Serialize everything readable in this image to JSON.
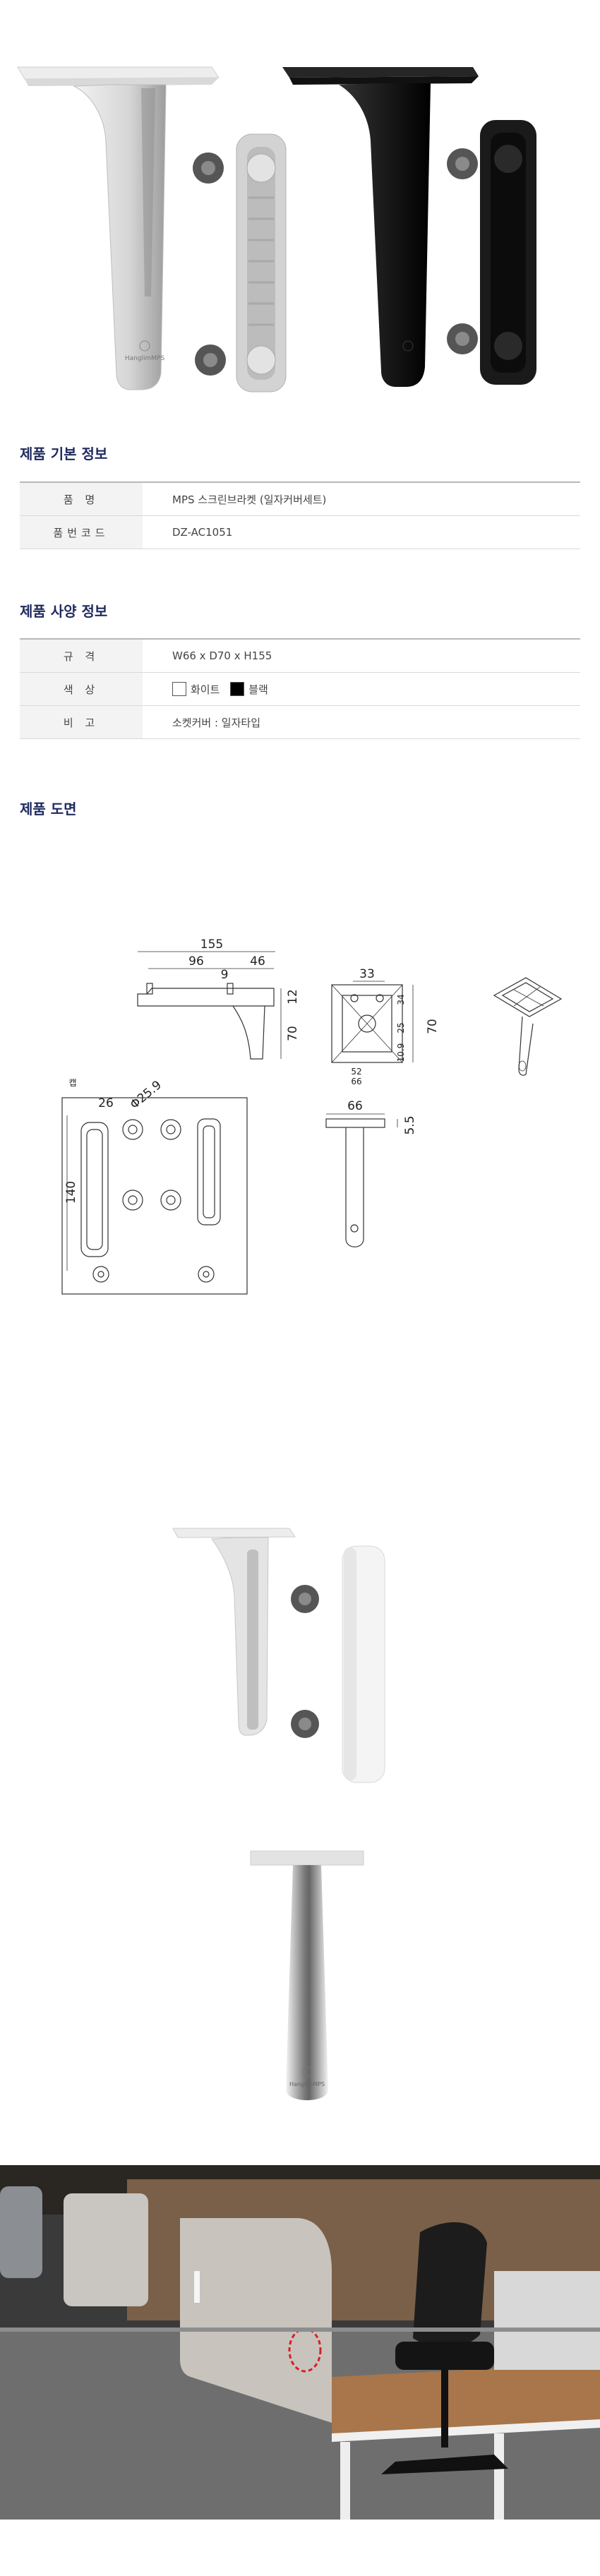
{
  "basic_info": {
    "title": "제품 기본 정보",
    "rows": [
      {
        "label": "품 명",
        "value": "MPS 스크린브라켓 (일자커버세트)"
      },
      {
        "label": "품번코드",
        "value": "DZ-AC1051"
      }
    ]
  },
  "spec_info": {
    "title": "제품 사양 정보",
    "size_label": "규 격",
    "size_value": "W66 x D70 x H155",
    "color_label": "색 상",
    "color_white": "화이트",
    "color_black": "블랙",
    "note_label": "비 고",
    "note_value": "소켓커버 : 일자타입"
  },
  "drawing": {
    "title": "제품 도면",
    "dims": {
      "d155": "155",
      "d96": "96",
      "d46": "46",
      "d9": "9",
      "d12": "12",
      "d70a": "70",
      "d33": "33",
      "d70b": "70",
      "d34": "34",
      "d25": "25",
      "d10_9": "10.9",
      "d52": "52",
      "d66a": "66",
      "d66b": "66",
      "d5_5": "5.5",
      "d26": "26",
      "d25_9": "Φ25.9",
      "d140": "140",
      "cap": "캡"
    }
  },
  "logo": {
    "brand": "HanglimMPS"
  },
  "colors": {
    "white_bracket": "#e6e6e6",
    "black_bracket": "#1a1a1a",
    "title": "#1f2a5e"
  }
}
